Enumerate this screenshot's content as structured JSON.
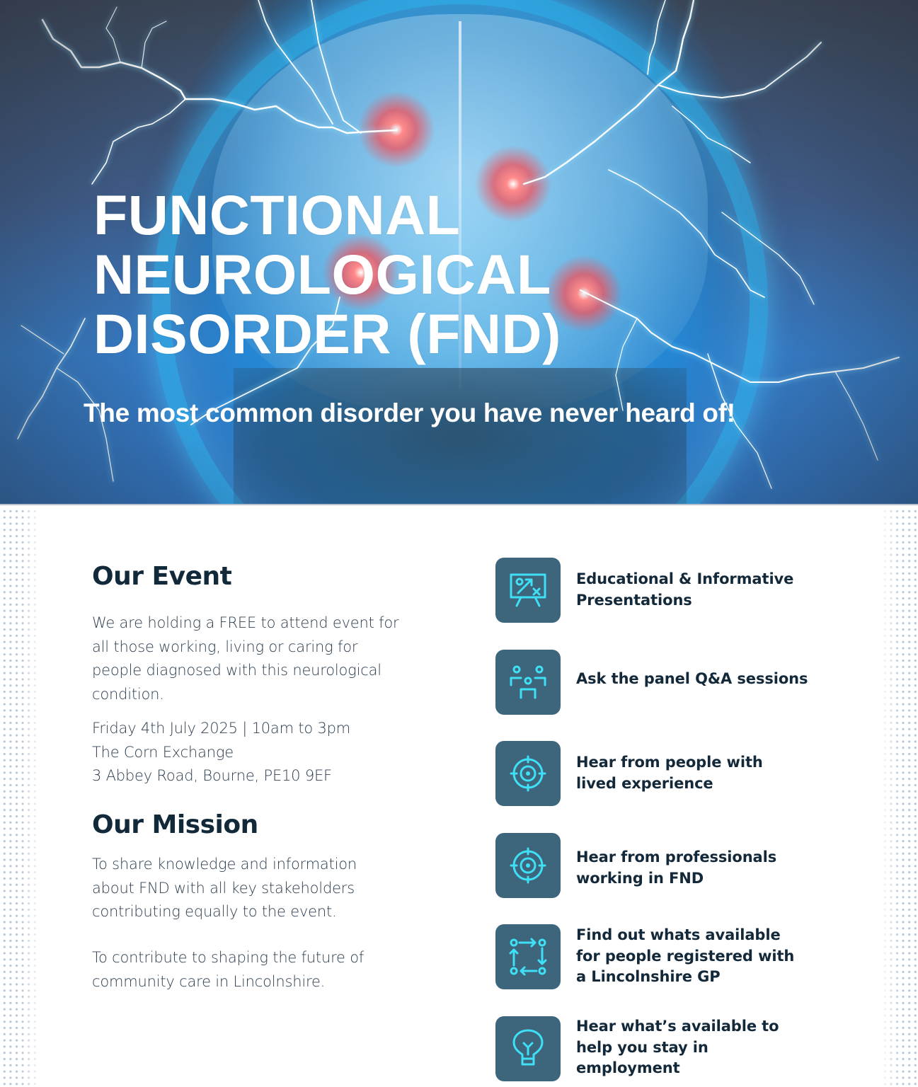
{
  "hero": {
    "title_lines": [
      "FUNCTIONAL",
      "NEUROLOGICAL",
      "DISORDER (FND)"
    ],
    "subtitle": "The most common disorder you have never heard of!",
    "image_description": "glowing blue translucent brain with red hotspots and lightning bolts"
  },
  "event": {
    "heading": "Our Event",
    "description_lines": [
      "We are holding a FREE to attend event for",
      "all those working, living or caring for",
      "people diagnosed with this neurological",
      "condition."
    ],
    "date_time": "Friday 4th July 2025 | 10am to 3pm",
    "venue": "The Corn Exchange",
    "address": "3 Abbey Road, Bourne, PE10 9EF"
  },
  "mission": {
    "heading": "Our Mission",
    "paragraph1_lines": [
      "To share knowledge and information",
      "about FND with all key stakeholders",
      "contributing equally to the event."
    ],
    "paragraph2_lines": [
      "To contribute to shaping the future of",
      "community care in Lincolnshire."
    ]
  },
  "features": [
    {
      "icon": "presentation-board-icon",
      "lines": [
        "Educational & Informative",
        "Presentations"
      ]
    },
    {
      "icon": "group-people-icon",
      "lines": [
        "Ask the panel Q&A sessions"
      ]
    },
    {
      "icon": "target-icon",
      "lines": [
        "Hear from people with",
        "lived experience"
      ]
    },
    {
      "icon": "target-icon",
      "lines": [
        "Hear from professionals",
        "working in FND"
      ]
    },
    {
      "icon": "cycle-process-icon",
      "lines": [
        "Find out whats available",
        "for people registered with",
        "a Lincolnshire GP"
      ]
    },
    {
      "icon": "lightbulb-icon",
      "lines": [
        "Hear what’s available to",
        "help you stay in",
        "employment"
      ]
    }
  ],
  "colors": {
    "heading": "#12293a",
    "body_text": "#2d3f50",
    "icon_tile": "#3d667c",
    "icon_stroke": "#3fe0f5",
    "hero_text": "#ffffff"
  }
}
